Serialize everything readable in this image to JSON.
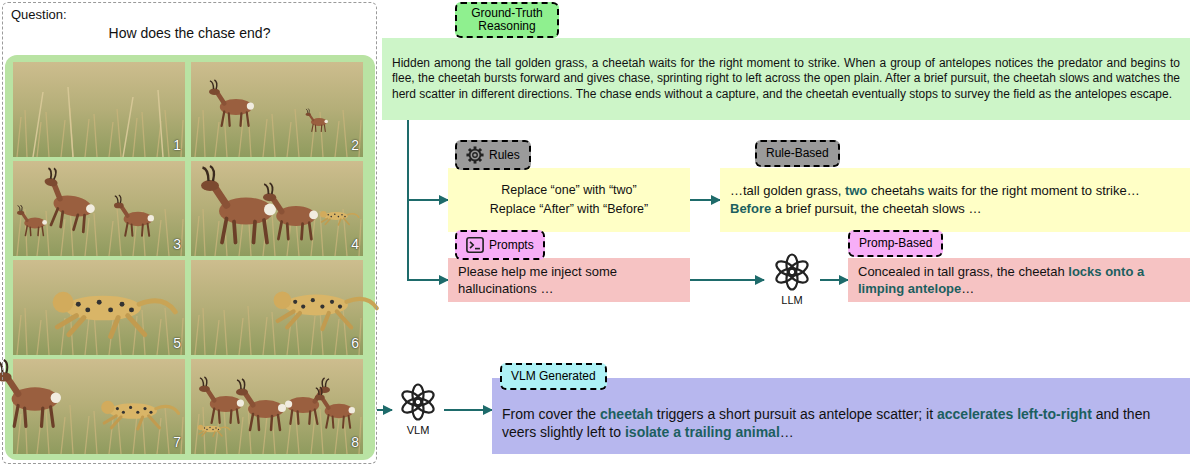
{
  "diagram": {
    "nodes": [
      {
        "text": [
          "Question:",
          "How does the chase end?"
        ]
      },
      {
        "text": [
          "Ground-Truth Reasoning",
          "Hidden among the tall golden grass, a cheetah waits for the right moment to strike. When a group of antelopes notices the predator and begins to flee, the cheetah bursts forward and gives chase, sprinting right to left across the open plain. After a brief pursuit, the cheetah slows and watches the herd scatter in different directions. The chase ends without a capture, and the cheetah eventually stops to survey the field as the antelopes escape."
        ]
      },
      {
        "text": [
          "Rules",
          "Replace “one” with “two”",
          "Replace “After” with “Before”"
        ]
      },
      {
        "text": [
          "Rule-Based",
          "…tall golden grass,",
          "two",
          "cheetah",
          "s",
          "waits for the right moment to strike…",
          "Before",
          "a brief pursuit, the cheetah slows …"
        ]
      },
      {
        "text": [
          "Prompts",
          "Please help me inject some hallucinations …"
        ]
      },
      {
        "text": [
          "LLM"
        ]
      },
      {
        "text": [
          "Promp-Based",
          "Concealed in tall grass, the cheetah",
          "locks onto a limping antelope",
          "…"
        ]
      },
      {
        "text": [
          "VLM"
        ]
      },
      {
        "text": [
          "VLM Generated",
          "From cover the",
          "cheetah",
          "triggers a short pursuit as antelope scatter; it",
          "accelerates left-to-right",
          "and then veers slightly left to",
          "isolate a trailing animal",
          "…"
        ]
      }
    ],
    "edges": [
      {
        "from": 1,
        "to": 2,
        "arrow": "to"
      },
      {
        "from": 1,
        "to": 4,
        "arrow": "to"
      },
      {
        "from": 2,
        "to": 3,
        "arrow": "to"
      },
      {
        "from": 4,
        "to": 5,
        "arrow": "to"
      },
      {
        "from": 5,
        "to": 6,
        "arrow": "to"
      },
      {
        "from": 0,
        "to": 7,
        "arrow": "to"
      },
      {
        "from": 7,
        "to": 8,
        "arrow": "to"
      }
    ],
    "labels": [
      "1",
      "2",
      "3",
      "4",
      "5",
      "6",
      "7",
      "8"
    ]
  }
}
